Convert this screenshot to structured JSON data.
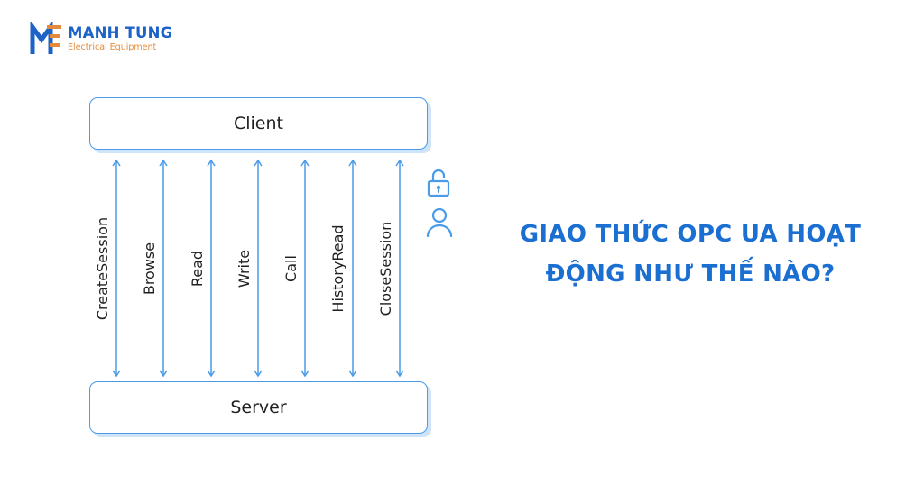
{
  "logo": {
    "name": "MANH TUNG",
    "tagline": "Electrical Equipment",
    "colors": {
      "primary": "#1d63c7",
      "accent": "#e58a3a"
    }
  },
  "diagram": {
    "client_label": "Client",
    "server_label": "Server",
    "operations": [
      "CreateSession",
      "Browse",
      "Read",
      "Write",
      "Call",
      "HistoryRead",
      "CloseSession"
    ],
    "arrow_color": "#4a9be8",
    "icons": [
      "lock-icon",
      "person-icon"
    ]
  },
  "heading": {
    "line1": "GIAO THỨC OPC UA HOẠT",
    "line2": "ĐỘNG NHƯ THẾ NÀO?",
    "color": "#1b6fd1"
  }
}
